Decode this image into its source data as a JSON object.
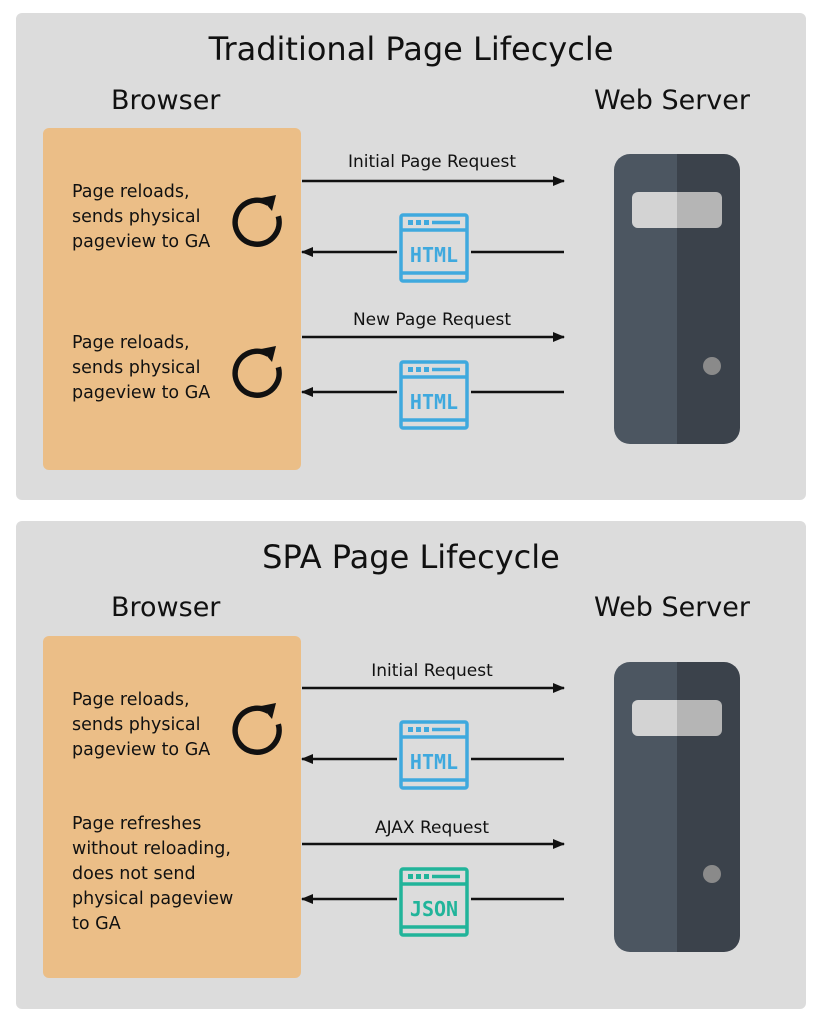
{
  "traditional": {
    "title": "Traditional Page Lifecycle",
    "browser_label": "Browser",
    "server_label": "Web Server",
    "notes": [
      "Page reloads,\nsends physical\npageview to GA",
      "Page reloads,\nsends physical\npageview to GA"
    ],
    "requests": [
      "Initial Page Request",
      "New Page Request"
    ],
    "responses": [
      "HTML",
      "HTML"
    ]
  },
  "spa": {
    "title": "SPA Page Lifecycle",
    "browser_label": "Browser",
    "server_label": "Web Server",
    "notes": [
      "Page reloads,\nsends physical\npageview to GA",
      "Page refreshes\nwithout reloading,\ndoes not send\nphysical pageview\nto GA"
    ],
    "requests": [
      "Initial Request",
      "AJAX Request"
    ],
    "responses": [
      "HTML",
      "JSON"
    ]
  },
  "colors": {
    "panel_bg": "#dcdcdc",
    "browser_bg": "#ebbe87",
    "html_icon": "#3fa9de",
    "json_icon": "#21b49a",
    "server_light": "#4c5661",
    "server_dark": "#3b424b"
  }
}
